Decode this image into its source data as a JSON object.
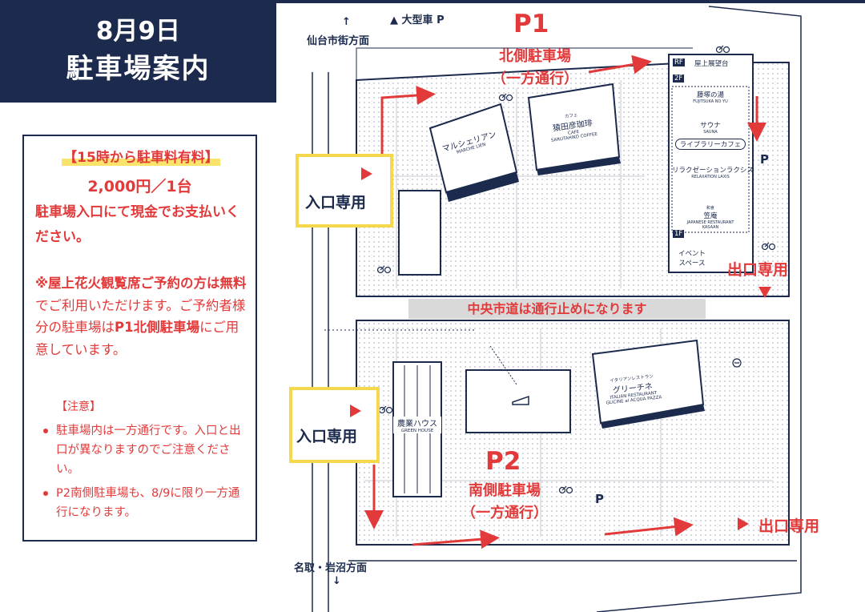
{
  "header": {
    "date": "8月9日",
    "title": "駐車場案内"
  },
  "info": {
    "fee_heading": "【15時から駐車料有料】",
    "fee_price": "2,000円／1台",
    "fee_cash": "駐車場入口にて現金でお支払いください。",
    "reserve_bold1": "※屋上花火観覧席ご予約の方は無料",
    "reserve_text1": "でご利用いただけます。ご予約者様分の駐車場は",
    "reserve_bold2": "P1北側駐車場",
    "reserve_text2": "にご用意しています。",
    "note_title": "【注意】",
    "notes": [
      "駐車場内は一方通行です。入口と出口が異なりますのでご注意ください。",
      "P2南側駐車場も、8/9に限り一方通行になります。"
    ]
  },
  "map": {
    "north_road": "仙台市街方面",
    "south_road": "名取・岩沼方面",
    "arrow_up": "↑",
    "arrow_down": "↓",
    "large_vehicle": "大型車",
    "p_symbol": "P",
    "p1": {
      "name": "P1",
      "label": "北側駐車場",
      "sub": "（一方通行）"
    },
    "p2": {
      "name": "P2",
      "label": "南側駐車場",
      "sub": "（一方通行）"
    },
    "entrance": "入口専用",
    "exit": "出口専用",
    "road_closed": "中央市道は通行止めになります",
    "buildings": {
      "marche": {
        "name": "マルシェリアン",
        "en": "MARCHE LIEN"
      },
      "cafe": {
        "kana": "カフェ",
        "name": "猿田彦珈琲",
        "en_top": "CAFE",
        "en": "SARUTAHIKO COFFEE"
      },
      "farm": {
        "name": "農業ハウス",
        "en": "GREEN HOUSE"
      },
      "italian": {
        "kana": "イタリアンレストラン",
        "name": "グリーチネ",
        "en1": "ITALIAN RESTAURANT",
        "en2": "GLICINE al ACQUA PAZZA"
      }
    },
    "facility": {
      "rf": "RF",
      "rf_label": "屋上展望台",
      "f2": "2F",
      "bath": "藤塚の湯",
      "bath_en": "FUJITSUKA NO YU",
      "sauna": "サウナ",
      "sauna_en": "SAUNA",
      "library": "ライブラリーカフェ",
      "relax": "リラクゼーションラクシス",
      "relax_en": "RELAXATION LAXIS",
      "washoku": "和食",
      "kasaan": "笠庵",
      "kasaan_en1": "JAPANESE RESTAURANT",
      "kasaan_en2": "KASAAN",
      "f1": "1F",
      "event1": "イベント",
      "event2": "スペース"
    }
  }
}
